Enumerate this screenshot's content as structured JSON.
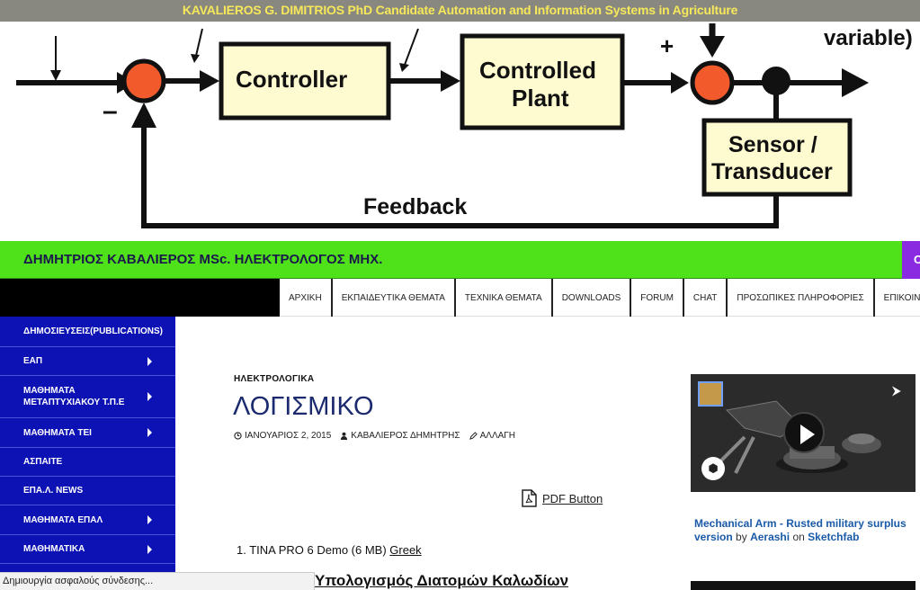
{
  "banner": {
    "title": "KAVALIEROS G. DIMITRIOS PhD Candidate Automation and Information Systems in Agriculture",
    "diagram": {
      "controller": "Controller",
      "plant_line1": "Controlled",
      "plant_line2": "Plant",
      "sensor_line1": "Sensor /",
      "sensor_line2": "Transducer",
      "feedback": "Feedback",
      "plus": "+",
      "minus": "–",
      "variable": "variable)"
    }
  },
  "site": {
    "name": "ΔΗΜΗΤΡΙΟΣ ΚΑΒΑΛΙΕΡΟΣ MSc. ΗΛΕΚΤΡΟΛΟΓΟΣ ΜΗΧ.",
    "right_tab": "C"
  },
  "nav": {
    "items": [
      "ΑΡΧΙΚΗ",
      "ΕΚΠΑΙΔΕΥΤΙΚΑ ΘΕΜΑΤΑ",
      "ΤΕΧΝΙΚΑ ΘΕΜΑΤΑ",
      "DOWNLOADS",
      "FORUM",
      "CHAT",
      "ΠΡΟΣΩΠΙΚΕΣ ΠΛΗΡΟΦΟΡΙΕΣ",
      "ΕΠΙΚΟΙΝΩΝ"
    ]
  },
  "sidebar": {
    "items": [
      {
        "label": "ΔΗΜΟΣΙΕΥΣΕΙΣ(PUBLICATIONS)",
        "has_submenu": false
      },
      {
        "label": "ΕΑΠ",
        "has_submenu": true
      },
      {
        "label": "ΜΑΘΗΜΑΤΑ ΜΕΤΑΠΤΥΧΙΑΚΟΥ Τ.Π.Ε",
        "has_submenu": true
      },
      {
        "label": "ΜΑΘΗΜΑΤΑ ΤΕΙ",
        "has_submenu": true
      },
      {
        "label": "ΑΣΠΑΙΤΕ",
        "has_submenu": false
      },
      {
        "label": "ΕΠΑ.Λ. NEWS",
        "has_submenu": false
      },
      {
        "label": "ΜΑΘΗΜΑΤΑ ΕΠΑΛ",
        "has_submenu": true
      },
      {
        "label": "ΜΑΘΗΜΑΤΙΚΑ",
        "has_submenu": true
      }
    ]
  },
  "post": {
    "category": "ΗΛΕΚΤΡΟΛΟΓΙΚΑ",
    "title": "ΛΟΓΙΣΜΙΚΟ",
    "date": "ΙΑΝΟΥΑΡΙΟΣ 2, 2015",
    "author": "ΚΑΒΑΛΙΕΡΟΣ ΔΗΜΗΤΡΗΣ",
    "edit": "ΑΛΛΑΓΗ",
    "pdf_button": "PDF Button",
    "list_number": "1.",
    "list_text": "TINA PRO 6 Demo (6 MB)",
    "list_link": "Greek",
    "subheading": "Υπολογισμός Διατομών Καλωδίων"
  },
  "widget": {
    "caption_title": "Mechanical Arm - Rusted military surplus version",
    "caption_by": "by",
    "caption_author": "Aerashi",
    "caption_on": "on",
    "caption_site": "Sketchfab"
  },
  "status": {
    "text": "Δημιουργία ασφαλούς σύνδεσης..."
  }
}
